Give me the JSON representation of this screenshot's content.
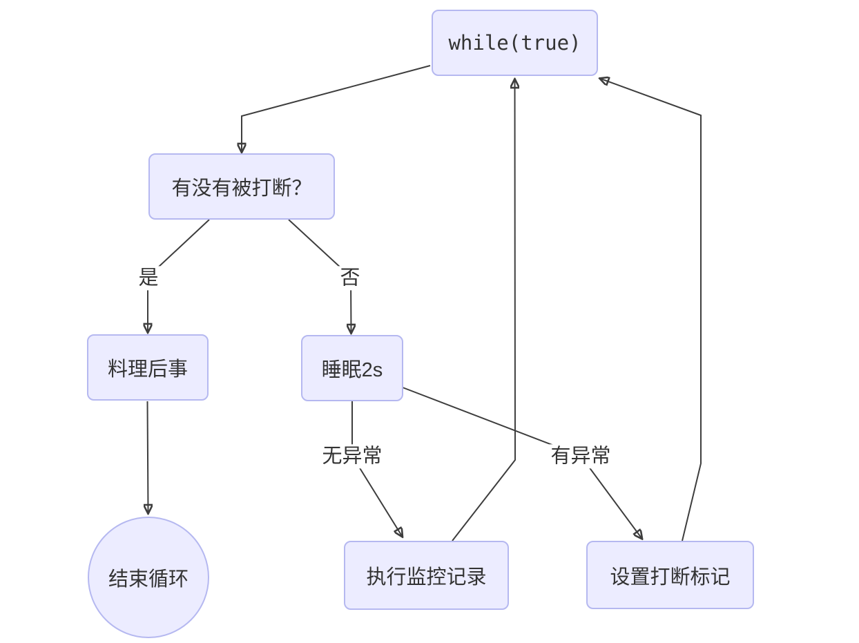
{
  "diagram": {
    "type": "flowchart",
    "colors": {
      "background": "#ffffff",
      "node_fill": "#ececff",
      "node_border": "#b5b8f0",
      "edge_line": "#3d3d3d",
      "arrowhead": "#111111",
      "text": "#333333"
    },
    "nodes": [
      {
        "id": "while_true",
        "label": "while(true)",
        "shape": "rounded-rect",
        "font": "monospace"
      },
      {
        "id": "interrupted_question",
        "label": "有没有被打断？",
        "shape": "rounded-rect"
      },
      {
        "id": "cleanup",
        "label": "料理后事",
        "shape": "rounded-rect"
      },
      {
        "id": "sleep_2s",
        "label": "睡眠2s",
        "shape": "rounded-rect"
      },
      {
        "id": "end_loop",
        "label": "结束循环",
        "shape": "circle"
      },
      {
        "id": "run_monitor_record",
        "label": "执行监控记录",
        "shape": "rounded-rect"
      },
      {
        "id": "set_interrupt_flag",
        "label": "设置打断标记",
        "shape": "rounded-rect"
      }
    ],
    "edges": [
      {
        "from": "while_true",
        "to": "interrupted_question",
        "label": ""
      },
      {
        "from": "interrupted_question",
        "to": "cleanup",
        "label": "是"
      },
      {
        "from": "interrupted_question",
        "to": "sleep_2s",
        "label": "否"
      },
      {
        "from": "cleanup",
        "to": "end_loop",
        "label": ""
      },
      {
        "from": "sleep_2s",
        "to": "run_monitor_record",
        "label": "无异常"
      },
      {
        "from": "sleep_2s",
        "to": "set_interrupt_flag",
        "label": "有异常"
      },
      {
        "from": "run_monitor_record",
        "to": "while_true",
        "label": ""
      },
      {
        "from": "set_interrupt_flag",
        "to": "while_true",
        "label": ""
      }
    ]
  }
}
